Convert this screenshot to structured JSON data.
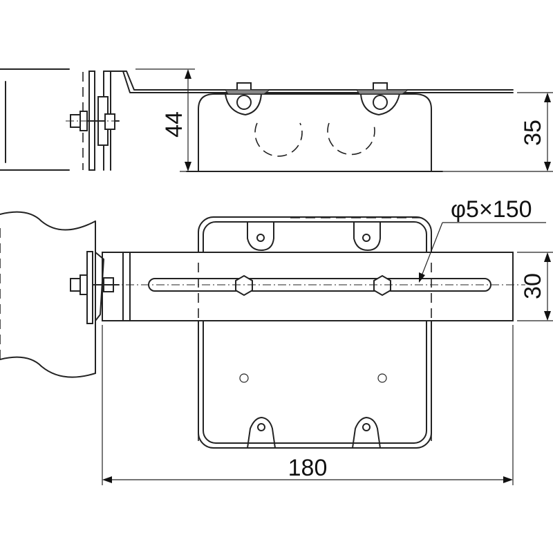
{
  "dimensions": {
    "height_44": "44",
    "height_35": "35",
    "slot_spec": "φ5×150",
    "width_30": "30",
    "length_180": "180"
  },
  "colors": {
    "line": "#222222",
    "background": "#ffffff"
  }
}
